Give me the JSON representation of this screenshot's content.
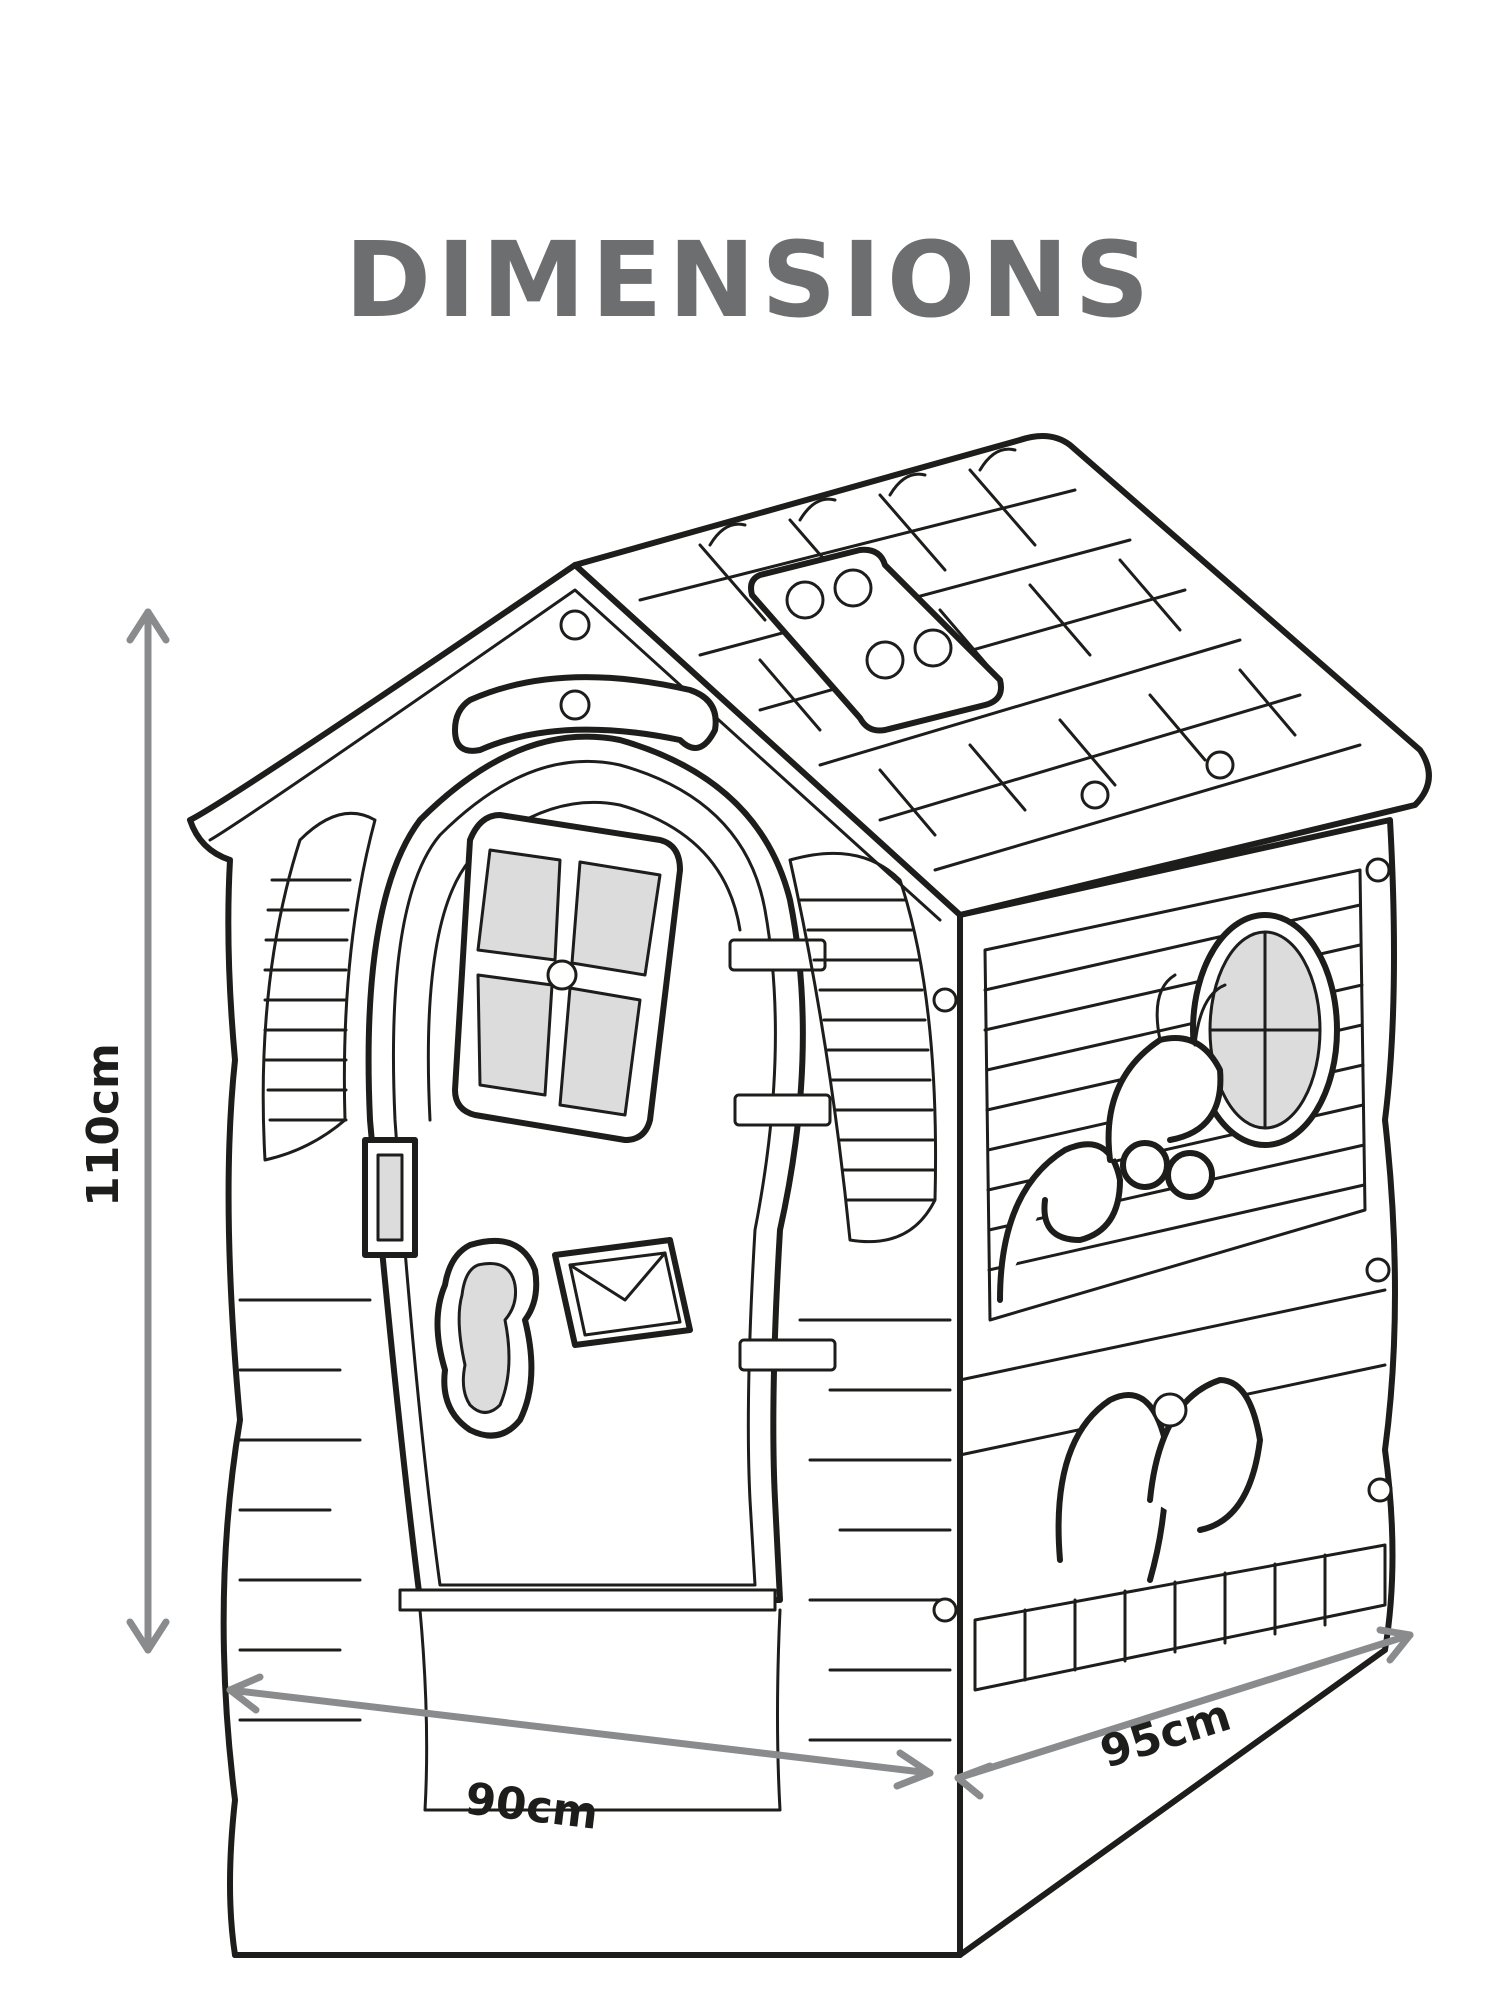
{
  "title": "DIMENSIONS",
  "dimensions": {
    "height": "110cm",
    "width": "90cm",
    "depth": "95cm"
  },
  "colors": {
    "title": "#6d6e70",
    "arrows": "#8a8b8d",
    "outline": "#1d1d1b",
    "window_fill": "#dcdcdc"
  },
  "illustration": "playhouse-line-drawing"
}
